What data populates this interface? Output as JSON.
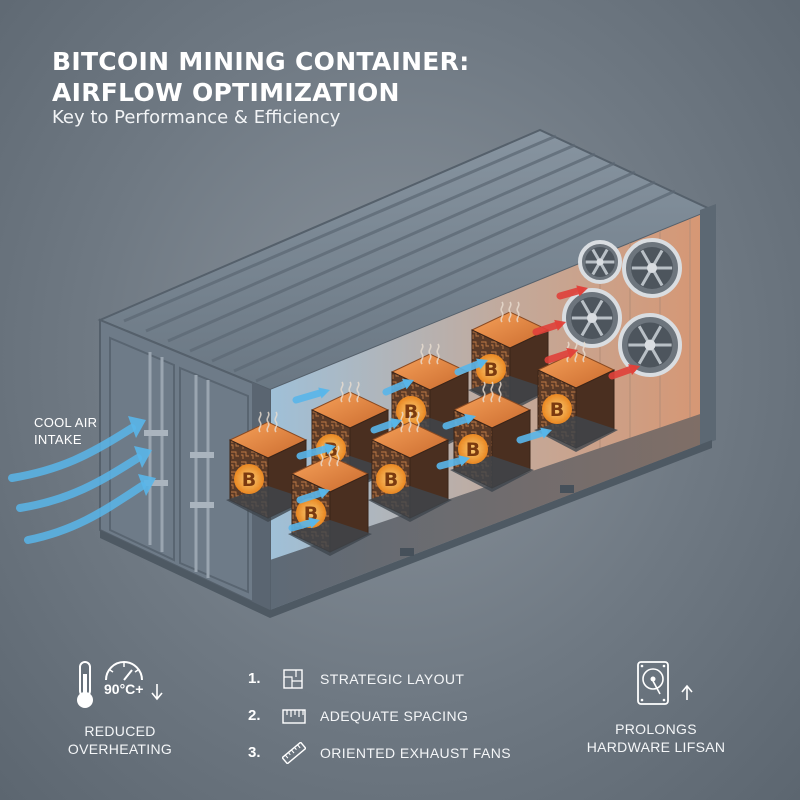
{
  "header": {
    "title_line1": "BITCOIN MINING CONTAINER:",
    "title_line2": "AIRFLOW OPTIMIZATION",
    "subtitle": "Key to Performance & Efficiency"
  },
  "diagram": {
    "intake_label_line1": "COOL AIR",
    "intake_label_line2": "INTAKE",
    "miner_symbol": "B",
    "icons": [
      "container-icon",
      "miner-icon",
      "fan-icon",
      "cool-air-arrow-icon",
      "hot-air-arrow-icon",
      "heat-wave-icon"
    ],
    "colors": {
      "cool_air": "#59b6ea",
      "hot_air": "#e0413a",
      "miner_glow": "#f39a2a",
      "container": "#6e7b88",
      "interior": "#c9a288"
    }
  },
  "features": {
    "left": {
      "temperature": "90°C+",
      "label_line1": "REDUCED",
      "label_line2": "OVERHEATING",
      "icons": [
        "thermometer-icon",
        "gauge-icon",
        "down-arrow-icon"
      ]
    },
    "steps": [
      {
        "number": "1.",
        "label": "STRATEGIC LAYOUT",
        "icon": "layout-icon"
      },
      {
        "number": "2.",
        "label": "ADEQUATE SPACING",
        "icon": "spacing-icon"
      },
      {
        "number": "3.",
        "label": "ORIENTED EXHAUST FANS",
        "icon": "ruler-icon"
      }
    ],
    "right": {
      "label_line1": "PROLONGS",
      "label_line2": "HARDWARE LIFSAN",
      "icons": [
        "hard-drive-icon",
        "up-arrow-icon"
      ]
    }
  }
}
